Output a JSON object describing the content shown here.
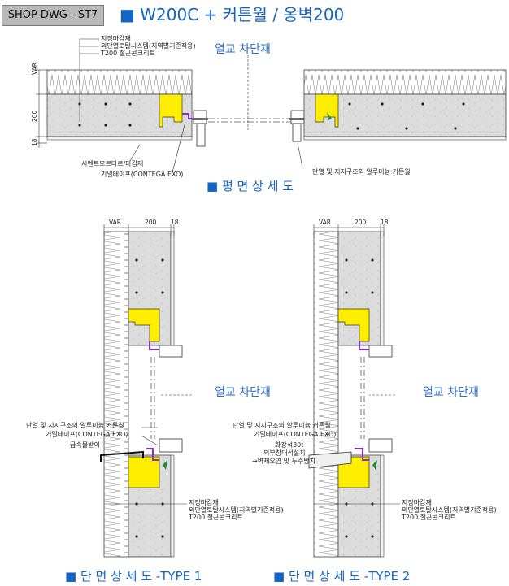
{
  "header": {
    "tag": "SHOP DWG - ST7",
    "title": "■ W200C + 커튼월 / 옹벽200"
  },
  "plan": {
    "notes": [
      "지정마감재",
      "외단열토탈시스템(지역별기준적용)",
      "T200 철근콘크리트"
    ],
    "callout": "열교 차단재",
    "dims": [
      "VAR",
      "200",
      "18"
    ],
    "bottom_left_1": "시멘트모르타르/마감재",
    "bottom_left_2": "기밀테이프(CONTEGA EXO)",
    "bottom_right": "단열 및 지지구조의 알루미늄 커튼월",
    "section_title": "■ 평 면 상 세 도"
  },
  "type1": {
    "dims": [
      "VAR",
      "200",
      "18"
    ],
    "callout": "열교 차단재",
    "notes_left": [
      "단열 및 지지구조의 알루미늄 커튼월",
      "기밀테이프(CONTEGA EXO)",
      "금속물받이"
    ],
    "notes_bottom": [
      "지정마감재",
      "외단열토탈시스템(지역별기준적용)",
      "T200 철근콘크리트"
    ],
    "section_title": "■ 단 면 상 세 도 -TYPE 1"
  },
  "type2": {
    "dims": [
      "VAR",
      "200",
      "18"
    ],
    "callout": "열교 차단재",
    "notes_left": [
      "단열 및 지지구조의 알루미늄 커튼월",
      "기밀테이프(CONTEGA EXO)",
      "화강석30t",
      "외부창대석설치",
      "→벽체오염 및 누수방지"
    ],
    "notes_bottom": [
      "지정마감재",
      "외단열토탈시스템(지역별기준적용)",
      "T200 철근콘크리트"
    ],
    "section_title": "■ 단 면 상 세 도 -TYPE 2"
  },
  "colors": {
    "accent": "#1565c0",
    "insulation": "#ffee00",
    "membrane": "#8b2fc9",
    "concrete": "#d9d9d9"
  }
}
